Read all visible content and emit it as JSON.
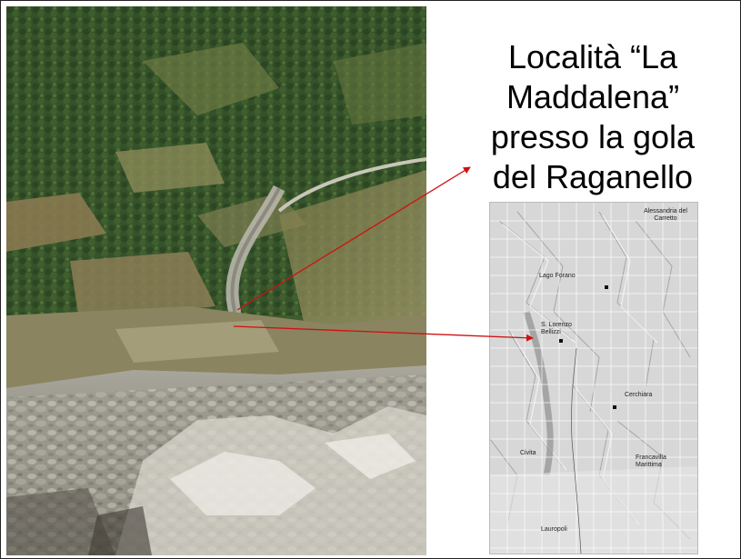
{
  "title": {
    "lines": [
      "Località “La",
      "Maddalena”",
      "presso la gola",
      "del Raganello"
    ]
  },
  "photo": {
    "subject": "aerial view of valley and river gorge with rocky foreground"
  },
  "map": {
    "labels": {
      "alessandria": "Alessandria del Carretto",
      "lago_forano": "Lago Forano",
      "s_lorenzo": "S. Lorenzo Bellizzi",
      "cerchiara": "Cerchiara",
      "civita": "Civita",
      "francavilla": "Francavilla Marittima",
      "lauropoli": "Lauropoli"
    }
  },
  "colors": {
    "arrow": "#d01010",
    "title_text": "#000000",
    "background": "#ffffff"
  }
}
